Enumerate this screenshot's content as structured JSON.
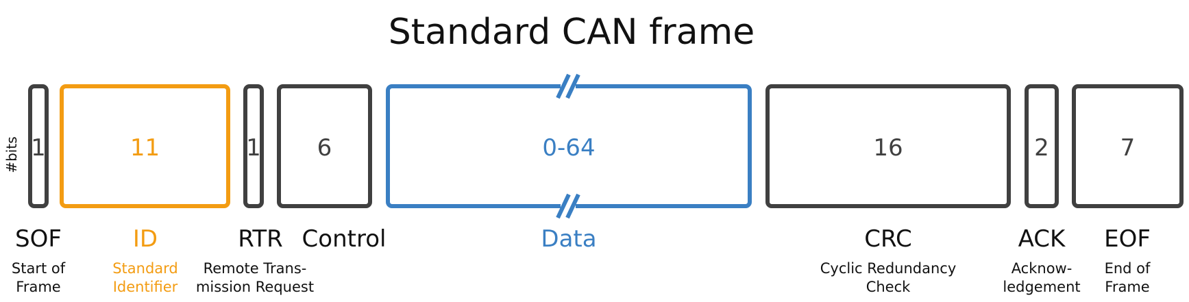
{
  "title": "Standard CAN frame",
  "y_axis_label": "#bits",
  "colors": {
    "default": "#404040",
    "label": "#111111",
    "id": "#F39C12",
    "data": "#3A7FC3"
  },
  "fields": [
    {
      "key": "sof",
      "bits": "1",
      "label": "SOF",
      "desc": [
        "Start of",
        "Frame"
      ],
      "color": "default"
    },
    {
      "key": "id",
      "bits": "11",
      "label": "ID",
      "desc": [
        "Standard",
        "Identifier"
      ],
      "color": "id"
    },
    {
      "key": "rtr",
      "bits": "1",
      "label": "RTR",
      "desc": [
        "Remote Trans-",
        "mission Request"
      ],
      "color": "default"
    },
    {
      "key": "control",
      "bits": "6",
      "label": "Control",
      "desc": [],
      "color": "default"
    },
    {
      "key": "data",
      "bits": "0-64",
      "label": "Data",
      "desc": [],
      "color": "data",
      "break_marks": true
    },
    {
      "key": "crc",
      "bits": "16",
      "label": "CRC",
      "desc": [
        "Cyclic Redundancy",
        "Check"
      ],
      "color": "default"
    },
    {
      "key": "ack",
      "bits": "2",
      "label": "ACK",
      "desc": [
        "Acknow-",
        "ledgement"
      ],
      "color": "default"
    },
    {
      "key": "eof",
      "bits": "7",
      "label": "EOF",
      "desc": [
        "End of",
        "Frame"
      ],
      "color": "default"
    }
  ]
}
